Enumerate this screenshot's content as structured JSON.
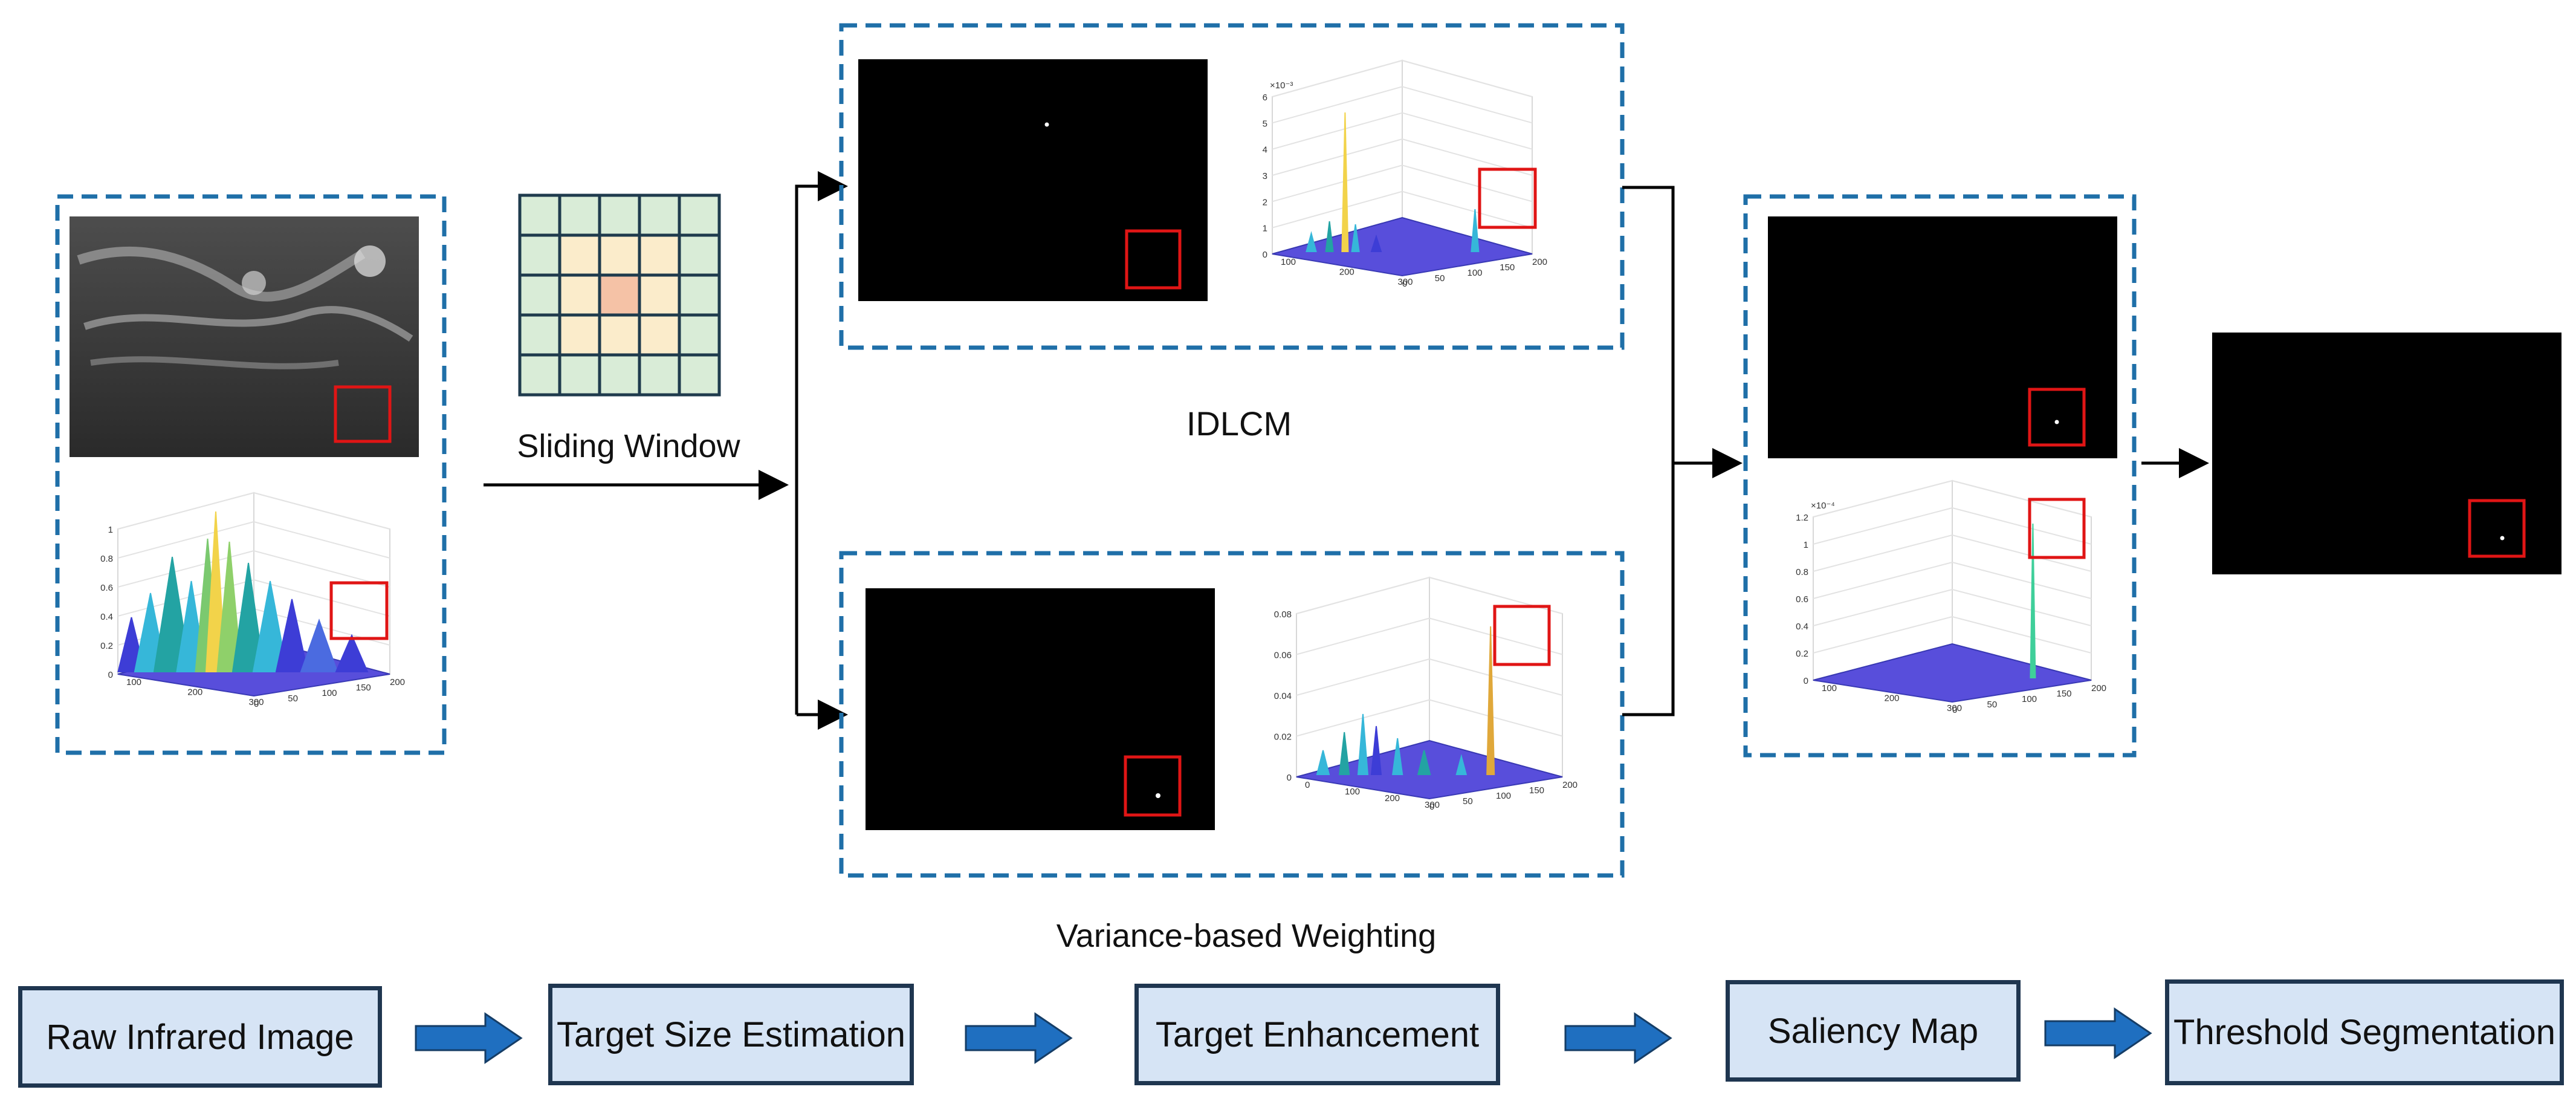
{
  "labels": {
    "sliding_window": "Sliding Window",
    "idlcm": "IDLCM",
    "variance_weighting": "Variance-based Weighting"
  },
  "pipeline_stages": [
    "Raw Infrared Image",
    "Target Size Estimation",
    "Target Enhancement",
    "Saliency Map",
    "Threshold Segmentation"
  ],
  "surface_plots": {
    "raw": {
      "z_ticks": [
        "0",
        "0.2",
        "0.4",
        "0.6",
        "0.8",
        "1"
      ],
      "x_ticks": [
        "100",
        "200",
        "300"
      ],
      "y_ticks": [
        "0",
        "50",
        "100",
        "150",
        "200"
      ]
    },
    "idlcm": {
      "multiplier": "×10⁻³",
      "z_ticks": [
        "0",
        "1",
        "2",
        "3",
        "4",
        "5",
        "6"
      ],
      "x_ticks": [
        "100",
        "200",
        "300"
      ],
      "y_ticks": [
        "0",
        "50",
        "100",
        "150",
        "200"
      ]
    },
    "variance": {
      "z_ticks": [
        "0",
        "0.02",
        "0.04",
        "0.06",
        "0.08"
      ],
      "x_ticks": [
        "0",
        "100",
        "200",
        "300"
      ],
      "y_ticks": [
        "0",
        "50",
        "100",
        "150",
        "200"
      ]
    },
    "saliency": {
      "multiplier": "×10⁻⁴",
      "z_ticks": [
        "0",
        "0.2",
        "0.4",
        "0.6",
        "0.8",
        "1",
        "1.2"
      ],
      "x_ticks": [
        "100",
        "200",
        "300"
      ],
      "y_ticks": [
        "0",
        "50",
        "100",
        "150",
        "200"
      ]
    }
  },
  "colors": {
    "dashed_frame": "#1f6fa8",
    "stage_fill": "#d6e4f5",
    "stage_border": "#1f3650",
    "arrow_fill": "#1f6fc0",
    "highlight_box": "#e01515",
    "window_center": "#f5c2a6",
    "window_inner": "#fbeccb",
    "window_outer": "#d9ecd7"
  }
}
